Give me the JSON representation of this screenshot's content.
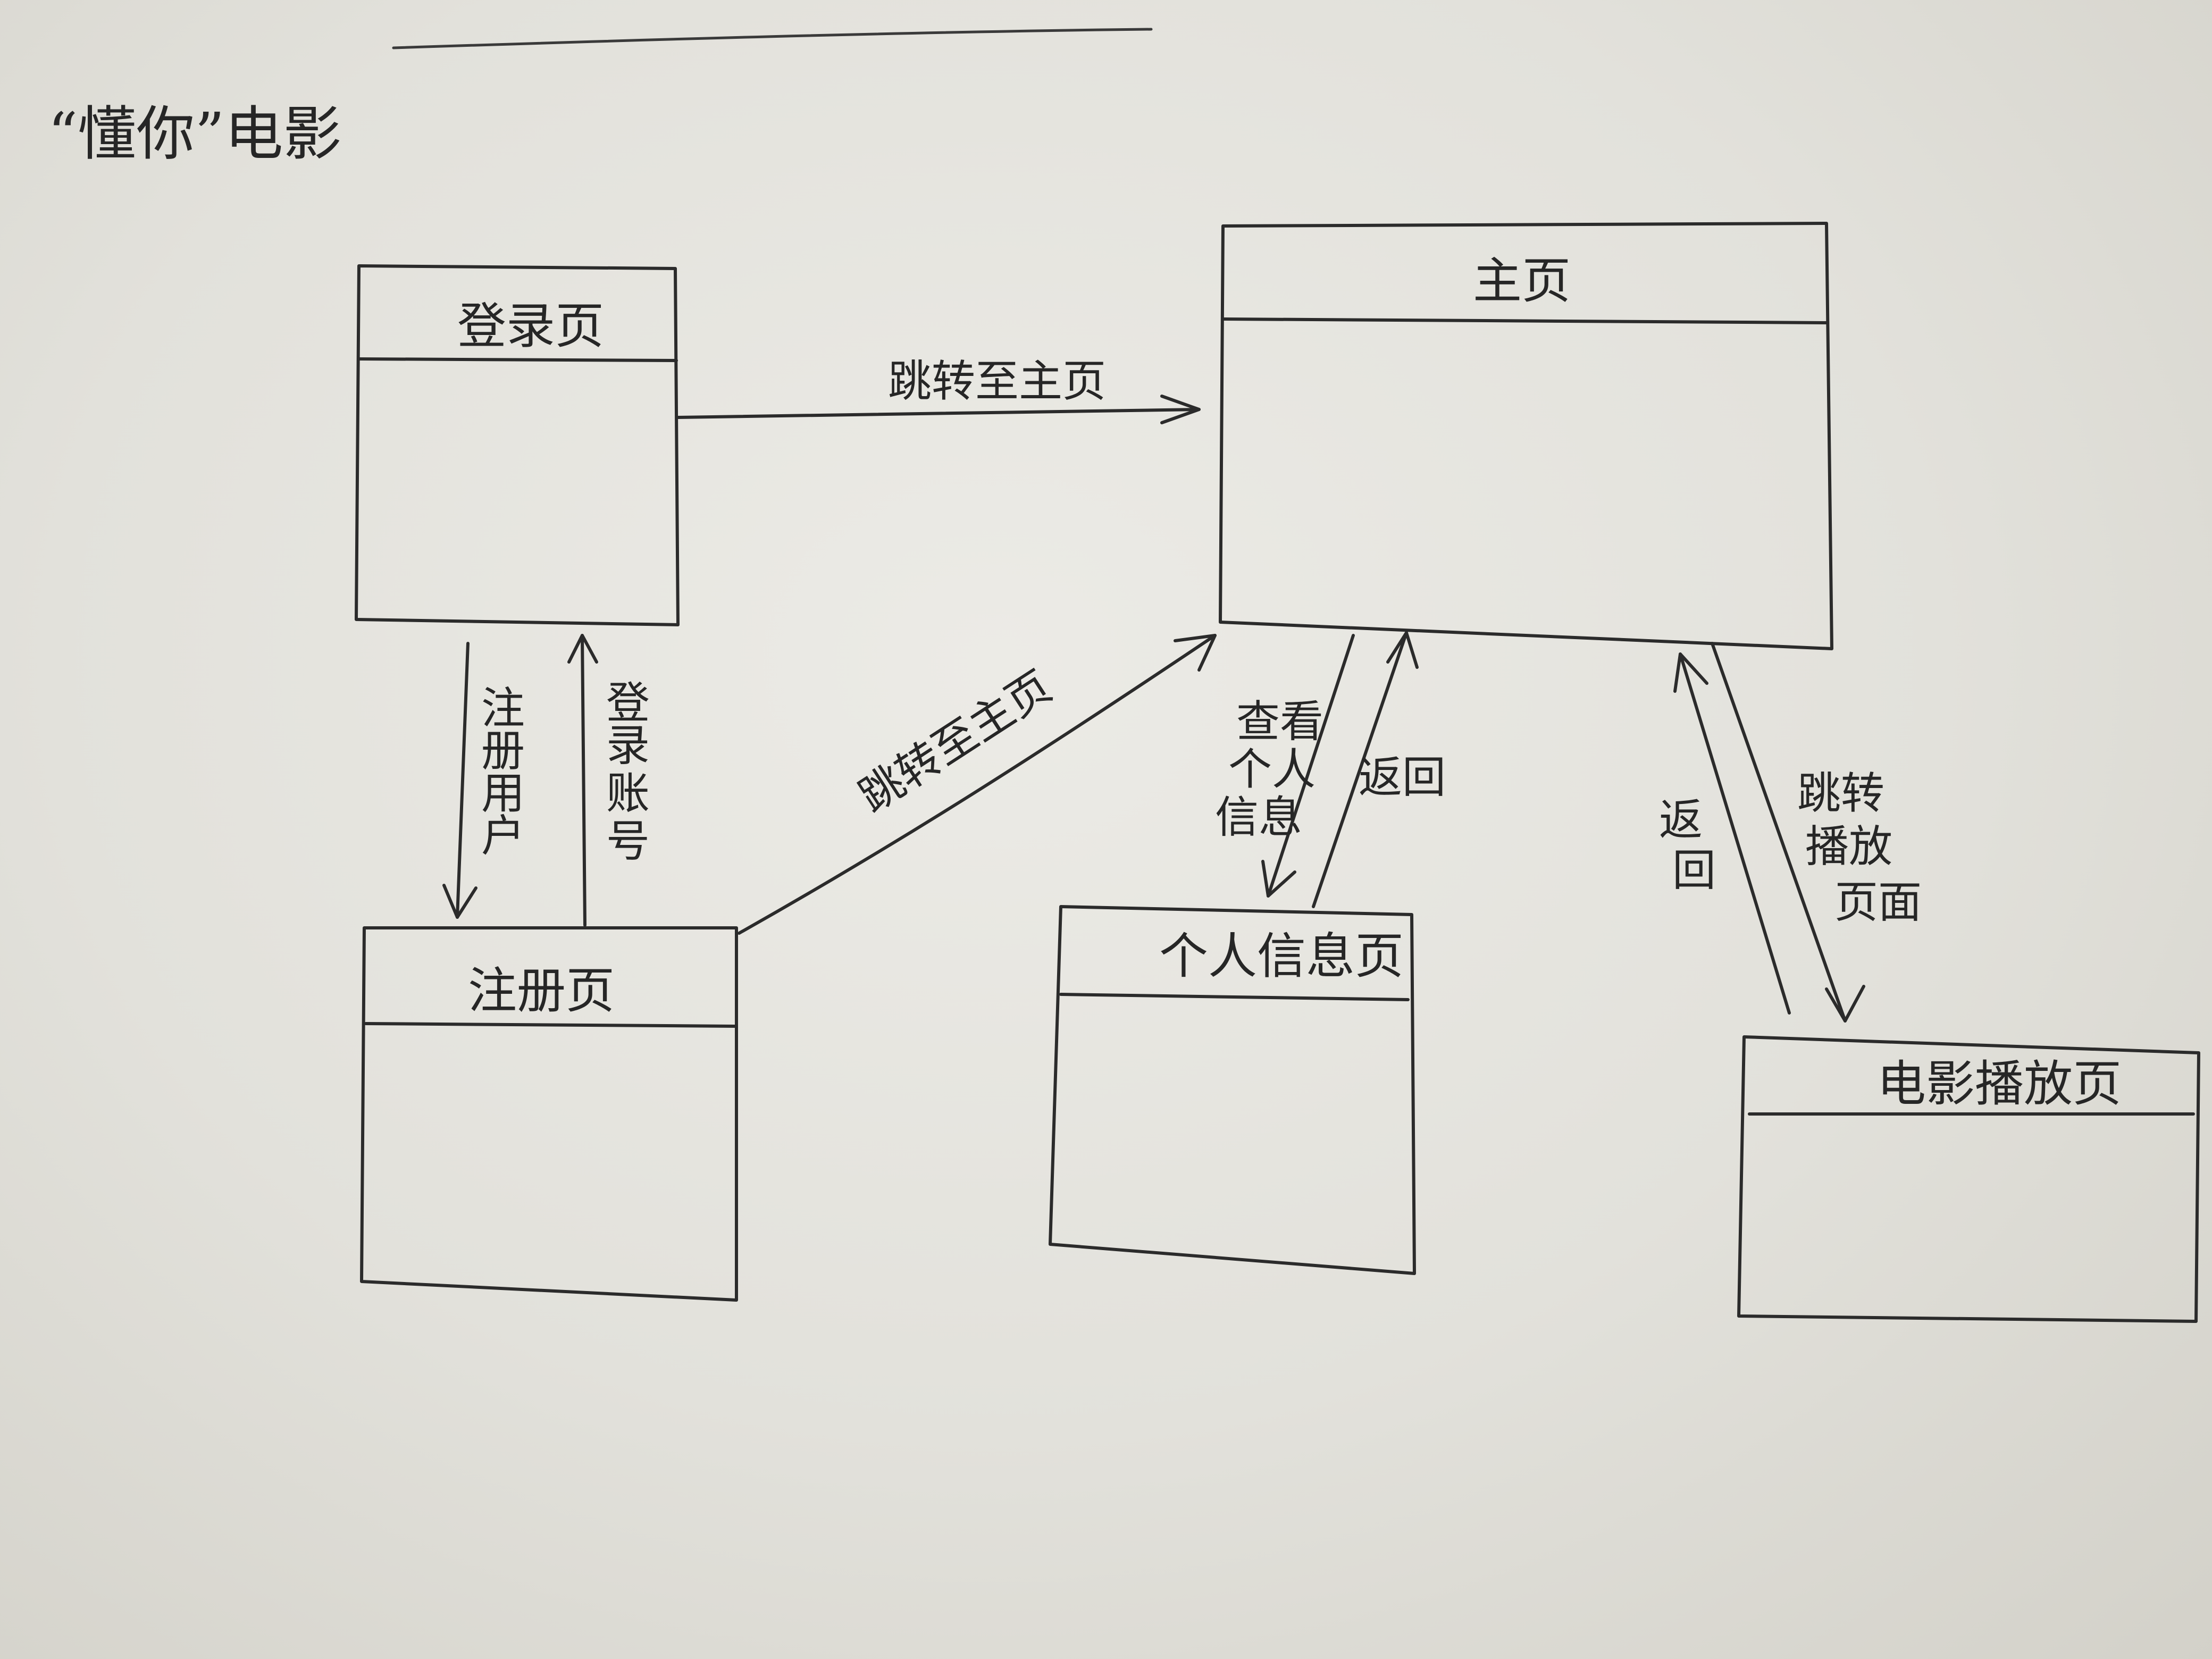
{
  "title": "“懂你”电影",
  "pages": {
    "login": "登录页",
    "home": "主页",
    "register": "注册页",
    "profile": "个人信息页",
    "player": "电影播放页"
  },
  "edges": {
    "login_to_home": "跳转至主页",
    "login_to_register": [
      "注",
      "册",
      "用",
      "户"
    ],
    "register_to_login": [
      "登",
      "录",
      "账",
      "号"
    ],
    "register_to_home": "跳转至主页",
    "home_to_profile": [
      "查看",
      "个人",
      "信息"
    ],
    "profile_to_home": "返回",
    "player_to_home": [
      "返",
      "回"
    ],
    "home_to_player": [
      "跳转",
      "播放",
      "页面"
    ]
  }
}
